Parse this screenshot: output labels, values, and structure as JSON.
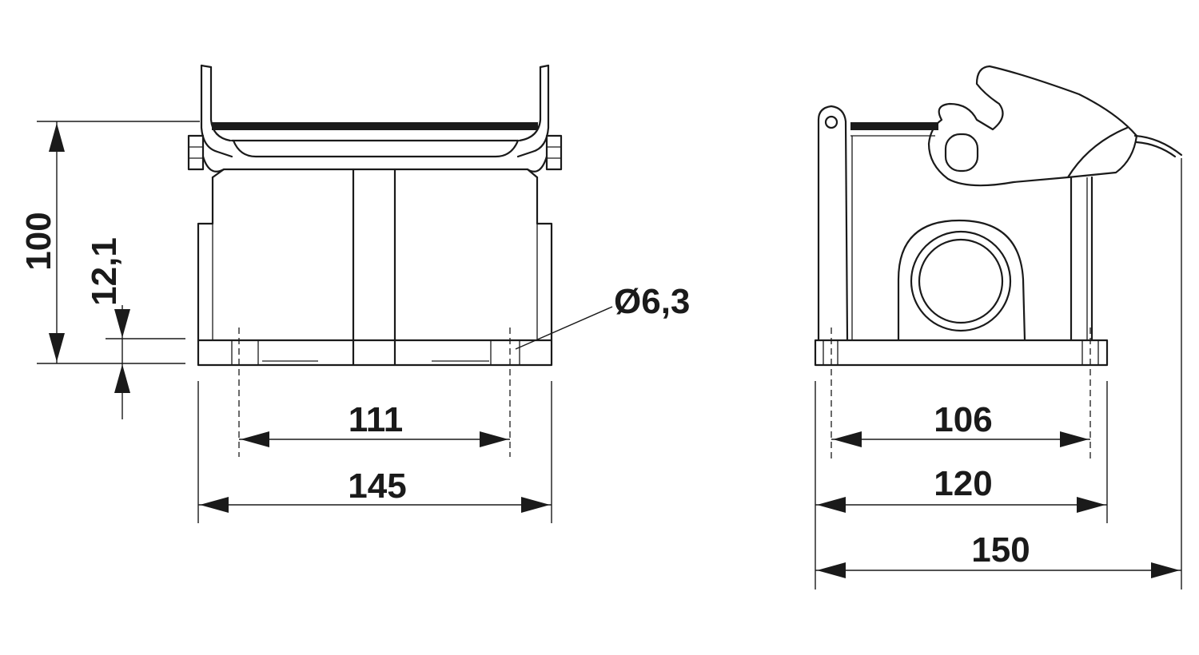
{
  "dimensions": {
    "height_total": "100",
    "base_height": "12,1",
    "hole_diameter": "Ø6,3",
    "front_hole_spacing": "111",
    "front_width": "145",
    "side_hole_spacing": "106",
    "side_base_width": "120",
    "side_total_width": "150"
  }
}
